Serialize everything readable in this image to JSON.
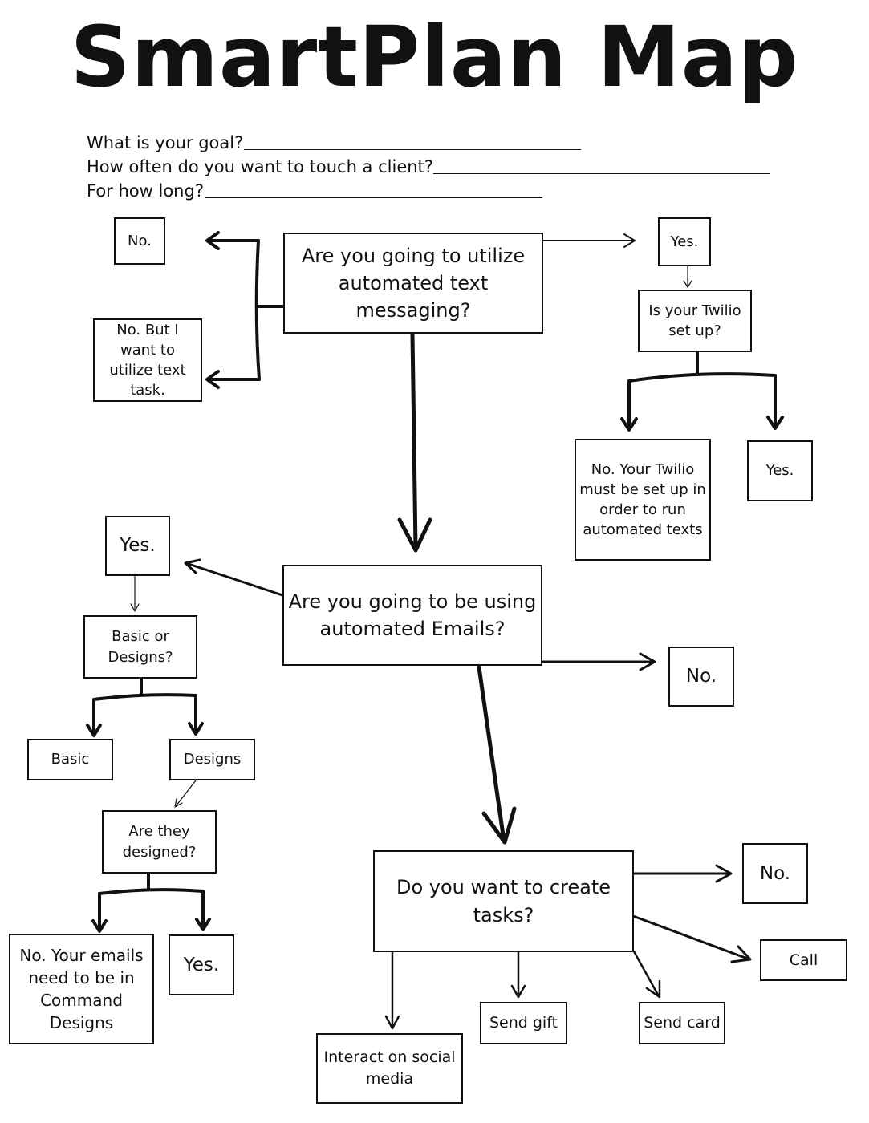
{
  "title": "SmartPlan Map",
  "questions": [
    "What is your goal?",
    "How often do you want to touch a client?",
    "For how long?"
  ],
  "nodes": {
    "q_text": "Are you going to utilize automated text messaging?",
    "text_no": "No.",
    "text_no_task": "No. But I want to utilize text task.",
    "text_yes": "Yes.",
    "twilio_q": "Is your Twilio set up?",
    "twilio_no": "No. Your Twilio must be set up in order to run automated texts",
    "twilio_yes": "Yes.",
    "q_email": "Are you going to be using automated Emails?",
    "email_yes": "Yes.",
    "email_no": "No.",
    "basic_or_designs": "Basic or Designs?",
    "basic": "Basic",
    "designs": "Designs",
    "designed_q": "Are they designed?",
    "designed_no": "No. Your emails need to be in Command Designs",
    "designed_yes": "Yes.",
    "q_tasks": "Do you want to create tasks?",
    "tasks_no": "No.",
    "call": "Call",
    "send_gift": "Send gift",
    "send_card": "Send card",
    "social": "Interact on social media"
  }
}
